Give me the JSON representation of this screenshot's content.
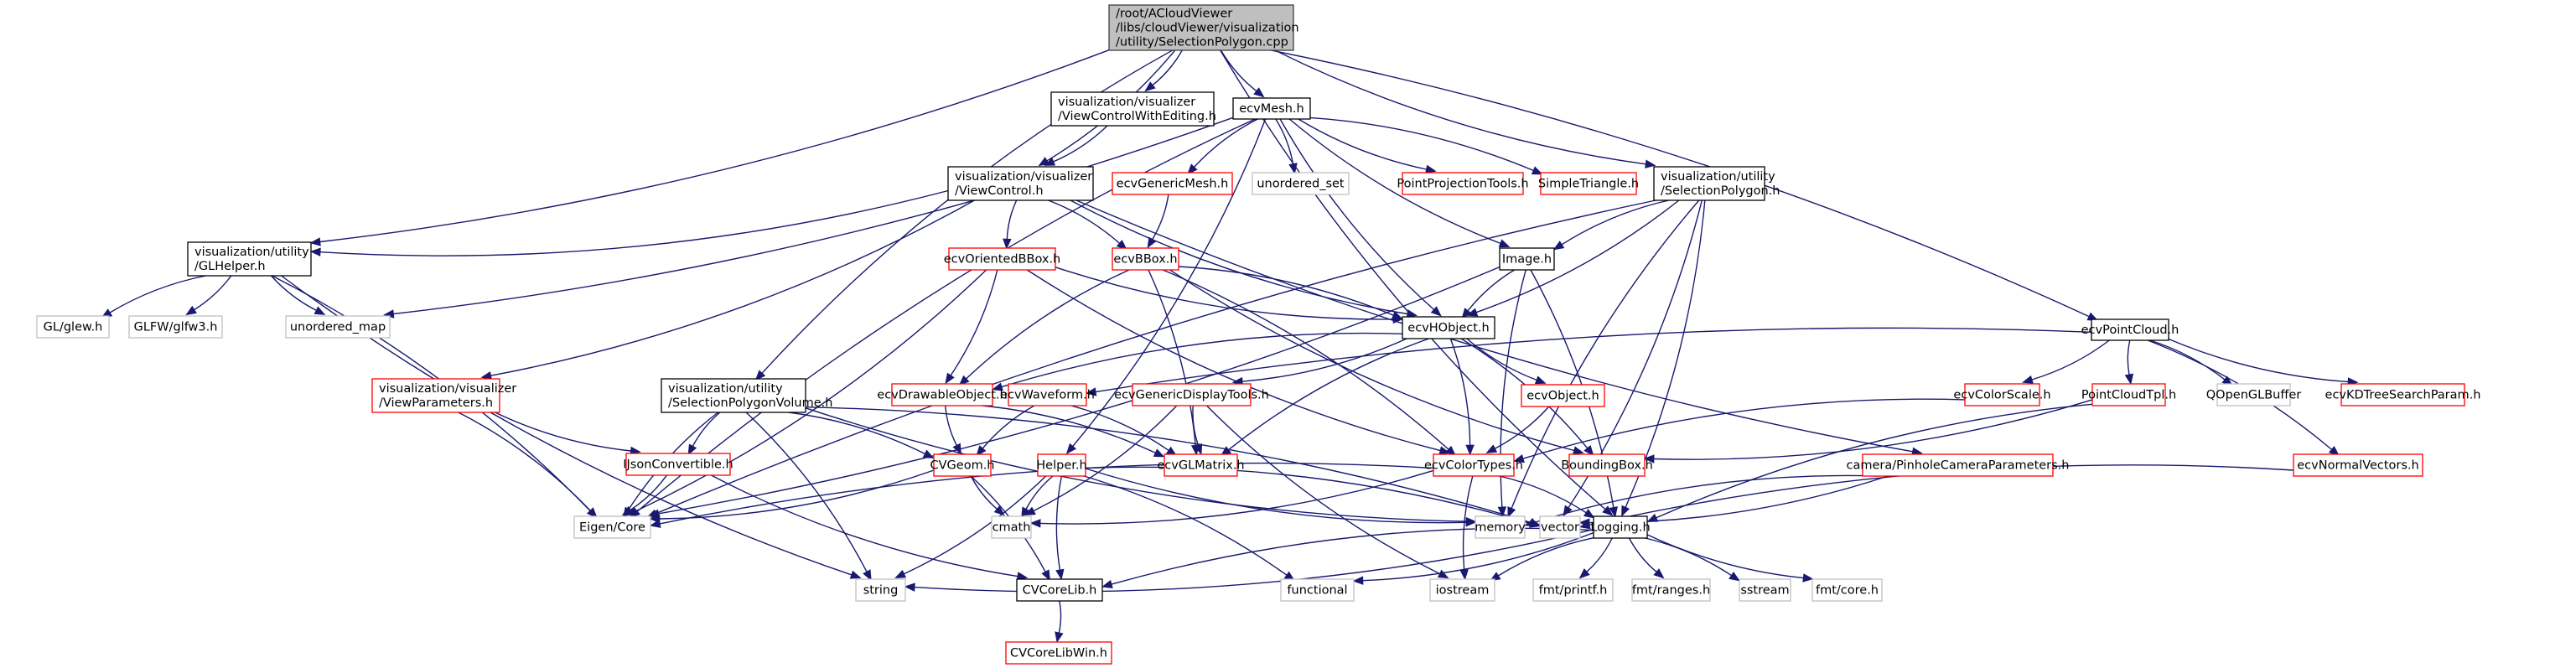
{
  "title": "Include dependency graph for /root/ACloudViewer/libs/cloudViewer/visualization/utility/SelectionPolygon.cpp",
  "legend_colors": {
    "root_fill": "#bfbfbf",
    "documented_border": "#000000",
    "undocumented_border": "#ff0000",
    "external_border": "#bfbfbf",
    "edge": "#191970"
  },
  "nodes": [
    {
      "id": "root",
      "lines": [
        "/root/ACloudViewer",
        "/libs/cloudViewer/visualization",
        "/utility/SelectionPolygon.cpp"
      ],
      "kind": "root"
    },
    {
      "id": "vcwe",
      "lines": [
        "visualization/visualizer",
        "/ViewControlWithEditing.h"
      ],
      "kind": "doc"
    },
    {
      "id": "mesh",
      "lines": [
        "ecvMesh.h"
      ],
      "kind": "doc"
    },
    {
      "id": "vc",
      "lines": [
        "visualization/visualizer",
        "/ViewControl.h"
      ],
      "kind": "doc"
    },
    {
      "id": "genmesh",
      "lines": [
        "ecvGenericMesh.h"
      ],
      "kind": "undoc"
    },
    {
      "id": "uset",
      "lines": [
        "unordered_set"
      ],
      "kind": "ext"
    },
    {
      "id": "ppt",
      "lines": [
        "PointProjectionTools.h"
      ],
      "kind": "undoc"
    },
    {
      "id": "stri",
      "lines": [
        "SimpleTriangle.h"
      ],
      "kind": "undoc"
    },
    {
      "id": "selpoly",
      "lines": [
        "visualization/utility",
        "/SelectionPolygon.h"
      ],
      "kind": "doc"
    },
    {
      "id": "glhelper",
      "lines": [
        "visualization/utility",
        "/GLHelper.h"
      ],
      "kind": "doc"
    },
    {
      "id": "glew",
      "lines": [
        "GL/glew.h"
      ],
      "kind": "ext"
    },
    {
      "id": "glfw",
      "lines": [
        "GLFW/glfw3.h"
      ],
      "kind": "ext"
    },
    {
      "id": "umap",
      "lines": [
        "unordered_map"
      ],
      "kind": "ext"
    },
    {
      "id": "obbox",
      "lines": [
        "ecvOrientedBBox.h"
      ],
      "kind": "undoc"
    },
    {
      "id": "bbox",
      "lines": [
        "ecvBBox.h"
      ],
      "kind": "undoc"
    },
    {
      "id": "image",
      "lines": [
        "Image.h"
      ],
      "kind": "doc"
    },
    {
      "id": "hobj",
      "lines": [
        "ecvHObject.h"
      ],
      "kind": "doc"
    },
    {
      "id": "pcloud",
      "lines": [
        "ecvPointCloud.h"
      ],
      "kind": "doc"
    },
    {
      "id": "viewparams",
      "lines": [
        "visualization/visualizer",
        "/ViewParameters.h"
      ],
      "kind": "undoc"
    },
    {
      "id": "spv",
      "lines": [
        "visualization/utility",
        "/SelectionPolygonVolume.h"
      ],
      "kind": "doc"
    },
    {
      "id": "drawable",
      "lines": [
        "ecvDrawableObject.h"
      ],
      "kind": "undoc"
    },
    {
      "id": "waveform",
      "lines": [
        "ecvWaveform.h"
      ],
      "kind": "undoc"
    },
    {
      "id": "gdt",
      "lines": [
        "ecvGenericDisplayTools.h"
      ],
      "kind": "undoc"
    },
    {
      "id": "object",
      "lines": [
        "ecvObject.h"
      ],
      "kind": "undoc"
    },
    {
      "id": "colorscale",
      "lines": [
        "ecvColorScale.h"
      ],
      "kind": "undoc"
    },
    {
      "id": "pctpl",
      "lines": [
        "PointCloudTpl.h"
      ],
      "kind": "undoc"
    },
    {
      "id": "qglbuf",
      "lines": [
        "QOpenGLBuffer"
      ],
      "kind": "ext"
    },
    {
      "id": "kdtree",
      "lines": [
        "ecvKDTreeSearchParam.h"
      ],
      "kind": "undoc"
    },
    {
      "id": "ijson",
      "lines": [
        "IJsonConvertible.h"
      ],
      "kind": "undoc"
    },
    {
      "id": "cvgeom",
      "lines": [
        "CVGeom.h"
      ],
      "kind": "undoc"
    },
    {
      "id": "helper",
      "lines": [
        "Helper.h"
      ],
      "kind": "undoc"
    },
    {
      "id": "glmatrix",
      "lines": [
        "ecvGLMatrix.h"
      ],
      "kind": "undoc"
    },
    {
      "id": "colortypes",
      "lines": [
        "ecvColorTypes.h"
      ],
      "kind": "undoc"
    },
    {
      "id": "boundingbox",
      "lines": [
        "BoundingBox.h"
      ],
      "kind": "undoc"
    },
    {
      "id": "pinhole",
      "lines": [
        "camera/PinholeCameraParameters.h"
      ],
      "kind": "undoc"
    },
    {
      "id": "normals",
      "lines": [
        "ecvNormalVectors.h"
      ],
      "kind": "undoc"
    },
    {
      "id": "eigen",
      "lines": [
        "Eigen/Core"
      ],
      "kind": "ext"
    },
    {
      "id": "cmath",
      "lines": [
        "cmath"
      ],
      "kind": "ext"
    },
    {
      "id": "memory",
      "lines": [
        "memory"
      ],
      "kind": "ext"
    },
    {
      "id": "vector",
      "lines": [
        "vector"
      ],
      "kind": "ext"
    },
    {
      "id": "logging",
      "lines": [
        "Logging.h"
      ],
      "kind": "doc"
    },
    {
      "id": "string",
      "lines": [
        "string"
      ],
      "kind": "ext"
    },
    {
      "id": "corelib",
      "lines": [
        "CVCoreLib.h"
      ],
      "kind": "doc"
    },
    {
      "id": "functional",
      "lines": [
        "functional"
      ],
      "kind": "ext"
    },
    {
      "id": "iostream",
      "lines": [
        "iostream"
      ],
      "kind": "ext"
    },
    {
      "id": "fmtprintf",
      "lines": [
        "fmt/printf.h"
      ],
      "kind": "ext"
    },
    {
      "id": "fmtranges",
      "lines": [
        "fmt/ranges.h"
      ],
      "kind": "ext"
    },
    {
      "id": "sstream",
      "lines": [
        "sstream"
      ],
      "kind": "ext"
    },
    {
      "id": "fmtcore",
      "lines": [
        "fmt/core.h"
      ],
      "kind": "ext"
    },
    {
      "id": "corelibwin",
      "lines": [
        "CVCoreLibWin.h"
      ],
      "kind": "undoc"
    }
  ],
  "edges": [
    [
      "root",
      "vcwe"
    ],
    [
      "root",
      "mesh"
    ],
    [
      "root",
      "vc"
    ],
    [
      "root",
      "selpoly"
    ],
    [
      "root",
      "glhelper"
    ],
    [
      "root",
      "spv"
    ],
    [
      "root",
      "pcloud"
    ],
    [
      "root",
      "logging"
    ],
    [
      "vcwe",
      "vc"
    ],
    [
      "mesh",
      "genmesh"
    ],
    [
      "mesh",
      "uset"
    ],
    [
      "mesh",
      "ppt"
    ],
    [
      "mesh",
      "stri"
    ],
    [
      "mesh",
      "image"
    ],
    [
      "mesh",
      "umap"
    ],
    [
      "mesh",
      "eigen"
    ],
    [
      "mesh",
      "helper"
    ],
    [
      "mesh",
      "hobj"
    ],
    [
      "vc",
      "glhelper"
    ],
    [
      "vc",
      "obbox"
    ],
    [
      "vc",
      "bbox"
    ],
    [
      "vc",
      "hobj"
    ],
    [
      "vc",
      "viewparams"
    ],
    [
      "vc",
      "pinhole"
    ],
    [
      "genmesh",
      "bbox"
    ],
    [
      "selpoly",
      "image"
    ],
    [
      "selpoly",
      "hobj"
    ],
    [
      "selpoly",
      "eigen"
    ],
    [
      "selpoly",
      "vector"
    ],
    [
      "selpoly",
      "memory"
    ],
    [
      "selpoly",
      "logging"
    ],
    [
      "glhelper",
      "glew"
    ],
    [
      "glhelper",
      "glfw"
    ],
    [
      "glhelper",
      "umap"
    ],
    [
      "glhelper",
      "eigen"
    ],
    [
      "glhelper",
      "string"
    ],
    [
      "obbox",
      "drawable"
    ],
    [
      "obbox",
      "hobj"
    ],
    [
      "obbox",
      "eigen"
    ],
    [
      "obbox",
      "colortypes"
    ],
    [
      "bbox",
      "hobj"
    ],
    [
      "bbox",
      "drawable"
    ],
    [
      "bbox",
      "glmatrix"
    ],
    [
      "bbox",
      "boundingbox"
    ],
    [
      "bbox",
      "colortypes"
    ],
    [
      "image",
      "hobj"
    ],
    [
      "image",
      "eigen"
    ],
    [
      "image",
      "memory"
    ],
    [
      "image",
      "logging"
    ],
    [
      "hobj",
      "drawable"
    ],
    [
      "hobj",
      "gdt"
    ],
    [
      "hobj",
      "object"
    ],
    [
      "hobj",
      "colortypes"
    ],
    [
      "hobj",
      "glmatrix"
    ],
    [
      "hobj",
      "boundingbox"
    ],
    [
      "pcloud",
      "waveform"
    ],
    [
      "pcloud",
      "colorscale"
    ],
    [
      "pcloud",
      "pctpl"
    ],
    [
      "pcloud",
      "qglbuf"
    ],
    [
      "pcloud",
      "kdtree"
    ],
    [
      "pcloud",
      "normals"
    ],
    [
      "viewparams",
      "ijson"
    ],
    [
      "viewparams",
      "eigen"
    ],
    [
      "spv",
      "ijson"
    ],
    [
      "spv",
      "cvgeom"
    ],
    [
      "spv",
      "eigen"
    ],
    [
      "spv",
      "string"
    ],
    [
      "spv",
      "memory"
    ],
    [
      "spv",
      "vector"
    ],
    [
      "drawable",
      "cvgeom"
    ],
    [
      "drawable",
      "glmatrix"
    ],
    [
      "waveform",
      "cvgeom"
    ],
    [
      "waveform",
      "glmatrix"
    ],
    [
      "gdt",
      "glmatrix"
    ],
    [
      "gdt",
      "cmath"
    ],
    [
      "gdt",
      "iostream"
    ],
    [
      "object",
      "colortypes"
    ],
    [
      "colorscale",
      "colortypes"
    ],
    [
      "pctpl",
      "boundingbox"
    ],
    [
      "pctpl",
      "logging"
    ],
    [
      "ijson",
      "eigen"
    ],
    [
      "ijson",
      "corelib"
    ],
    [
      "cvgeom",
      "eigen"
    ],
    [
      "cvgeom",
      "cmath"
    ],
    [
      "cvgeom",
      "corelib"
    ],
    [
      "helper",
      "cmath"
    ],
    [
      "helper",
      "string"
    ],
    [
      "helper",
      "corelib"
    ],
    [
      "helper",
      "functional"
    ],
    [
      "helper",
      "memory"
    ],
    [
      "helper",
      "vector"
    ],
    [
      "colortypes",
      "eigen"
    ],
    [
      "colortypes",
      "cmath"
    ],
    [
      "colortypes",
      "iostream"
    ],
    [
      "colortypes",
      "logging"
    ],
    [
      "pinhole",
      "memory"
    ],
    [
      "pinhole",
      "vector"
    ],
    [
      "normals",
      "vector"
    ],
    [
      "logging",
      "string"
    ],
    [
      "logging",
      "corelib"
    ],
    [
      "logging",
      "functional"
    ],
    [
      "logging",
      "iostream"
    ],
    [
      "logging",
      "fmtprintf"
    ],
    [
      "logging",
      "fmtranges"
    ],
    [
      "logging",
      "sstream"
    ],
    [
      "logging",
      "fmtcore"
    ],
    [
      "corelib",
      "corelibwin"
    ]
  ]
}
